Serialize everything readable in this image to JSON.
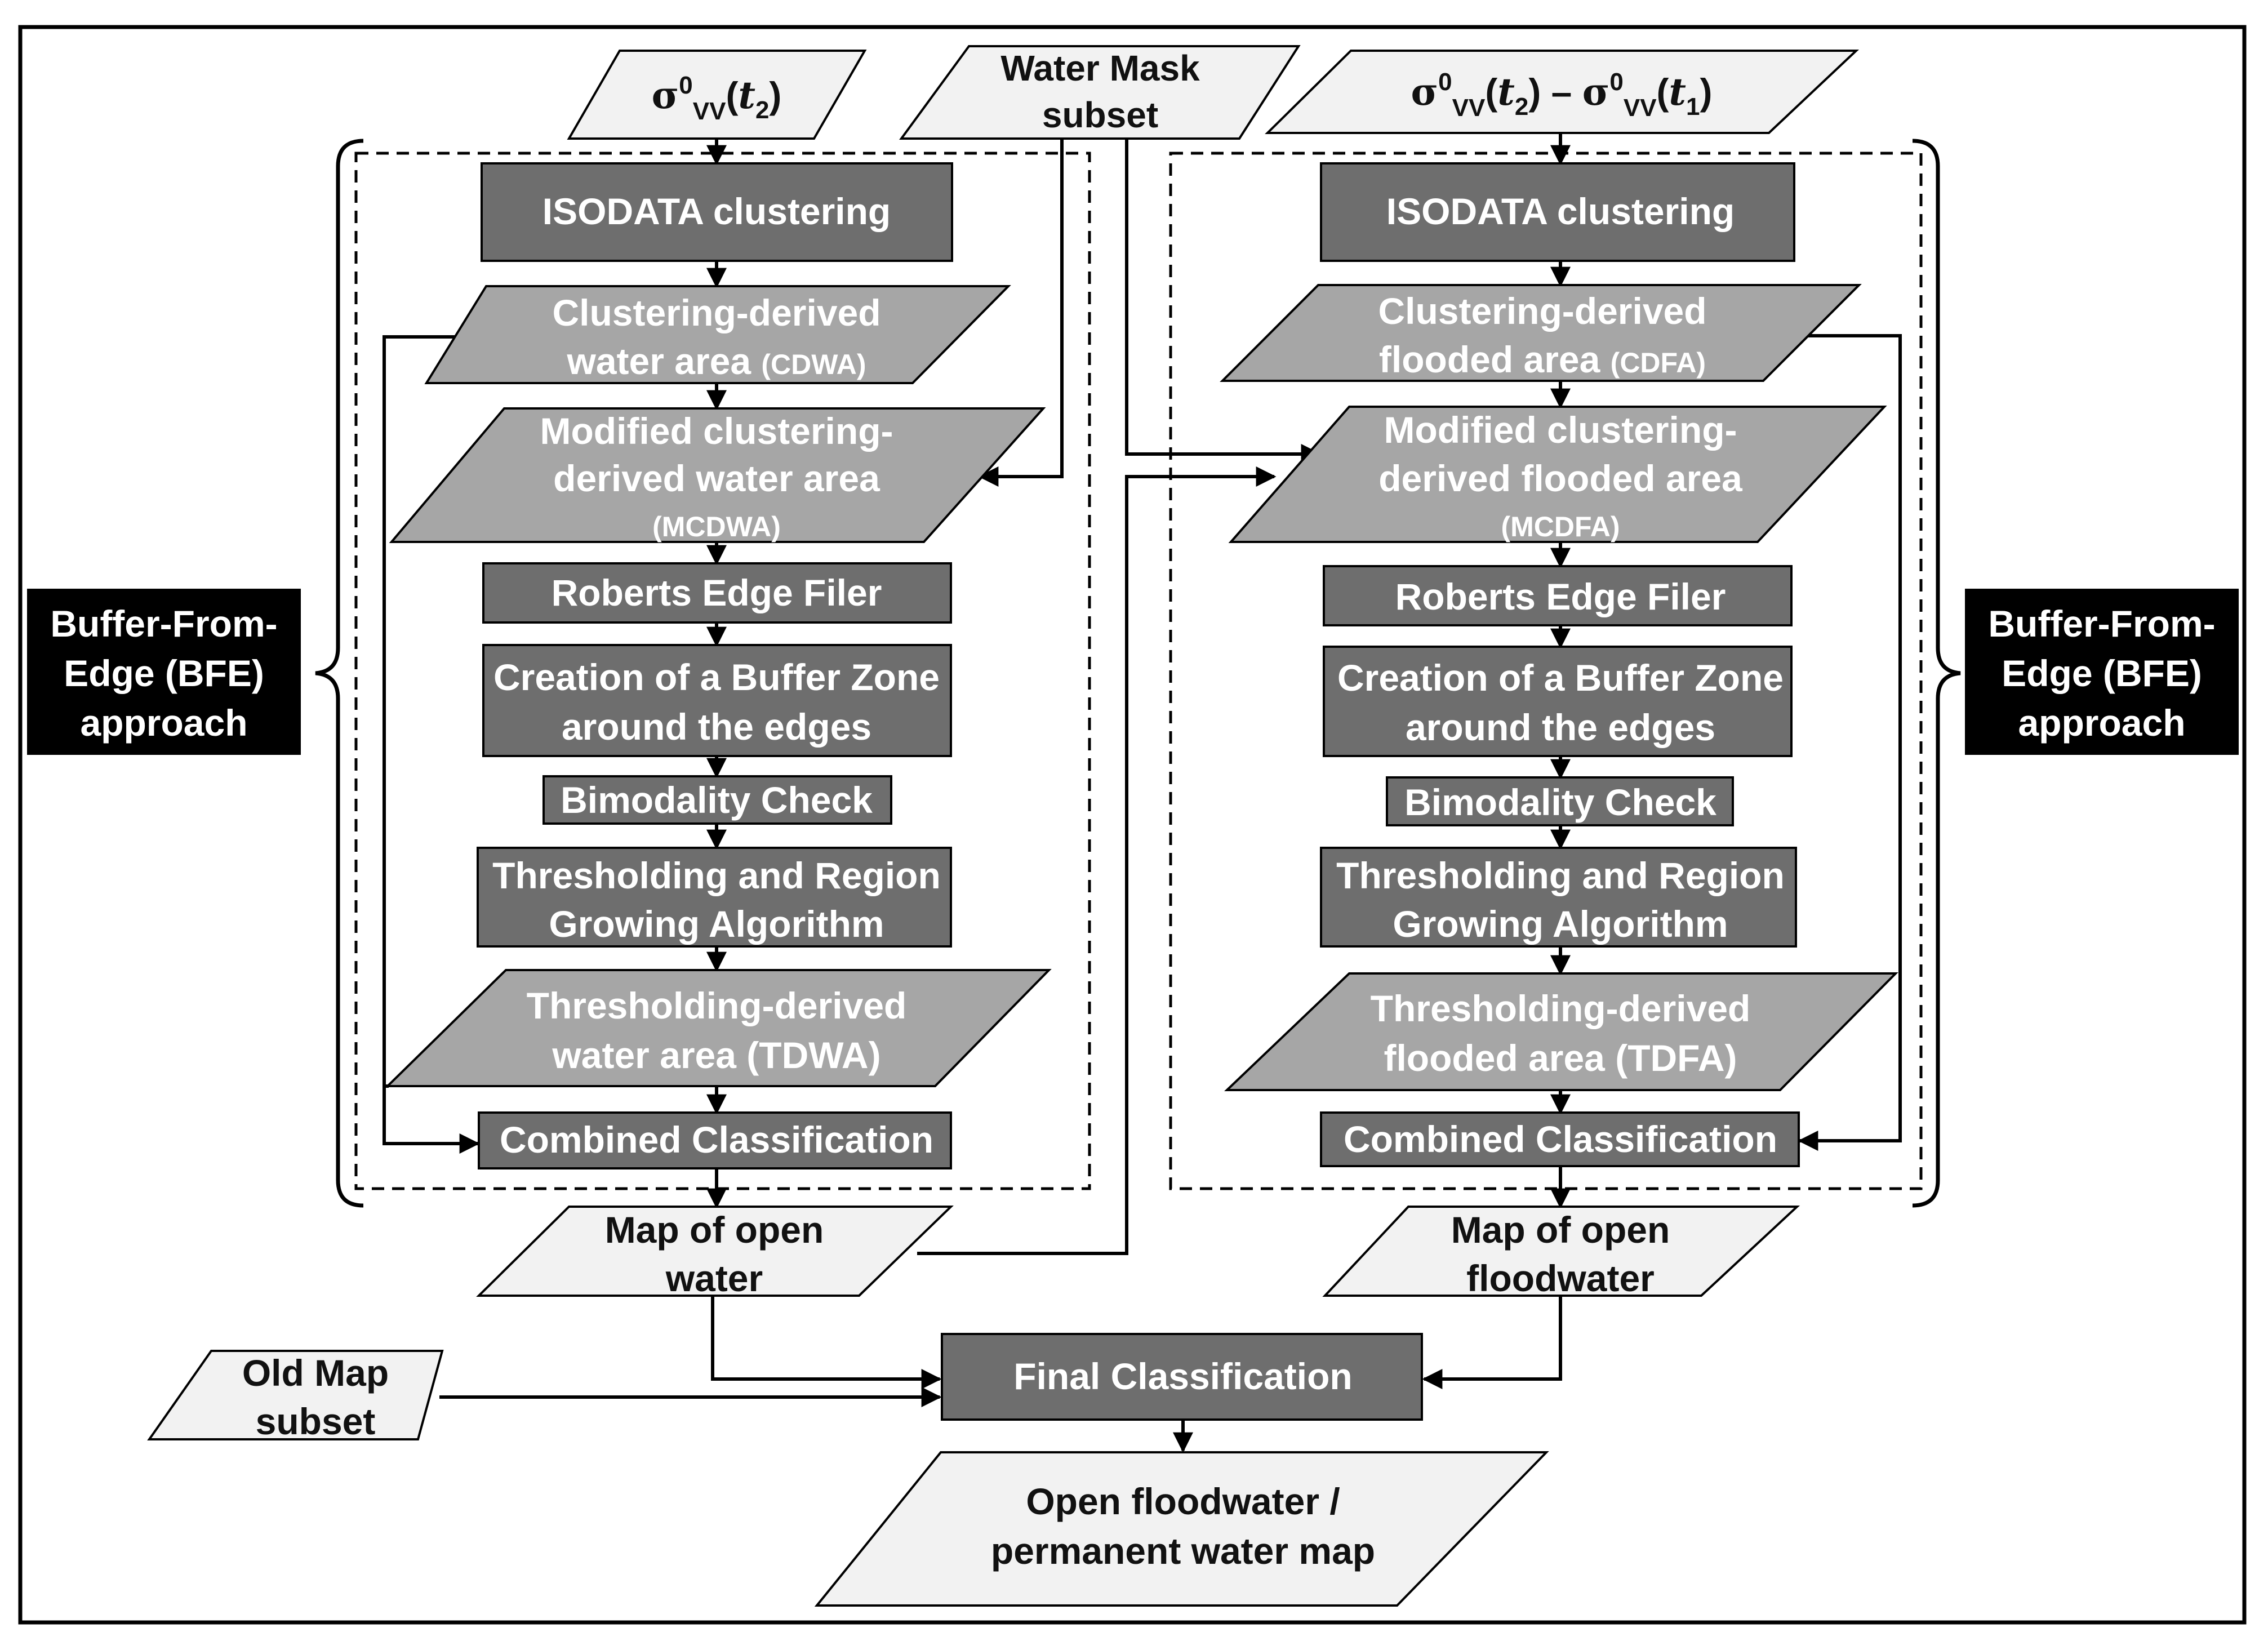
{
  "inputs": {
    "sigma_t2": {
      "sym": "σ",
      "sup": "0",
      "sub": "VV",
      "open": "(",
      "var": "t",
      "var_sub": "2",
      "close": ")"
    },
    "diff": {
      "sym": "σ",
      "sup": "0",
      "sub": "VV",
      "open": "(",
      "var_a": "t",
      "var_a_sub": "2",
      "close_a": ")",
      "minus": " – ",
      "sym2": "σ",
      "sup2": "0",
      "sub2": "VV",
      "open2": "(",
      "var_b": "t",
      "var_b_sub": "1",
      "close_b": ")"
    },
    "water_mask": [
      "Water Mask",
      "subset"
    ],
    "old_map": [
      "Old Map",
      "subset"
    ]
  },
  "left": {
    "isodata": "ISODATA clustering",
    "cdwa": {
      "line1": "Clustering-derived",
      "line2_main": "water area ",
      "line2_abbr": "(CDWA)"
    },
    "mcdwa": {
      "line1": "Modified clustering-",
      "line2": "derived water area",
      "line3": "(MCDWA)"
    },
    "roberts": "Roberts Edge Filer",
    "buffer": [
      "Creation of a Buffer Zone",
      "around the edges"
    ],
    "bimodality": "Bimodality Check",
    "threshold": [
      "Thresholding and Region",
      "Growing Algorithm"
    ],
    "tdwa": [
      "Thresholding-derived",
      "water area (TDWA)"
    ],
    "combined": "Combined Classification",
    "map": [
      "Map of open",
      "water"
    ]
  },
  "right": {
    "isodata": "ISODATA clustering",
    "cdfa": {
      "line1": "Clustering-derived",
      "line2_main": "flooded area ",
      "line2_abbr": "(CDFA)"
    },
    "mcdfa": {
      "line1": "Modified clustering-",
      "line2": "derived flooded area",
      "line3": "(MCDFA)"
    },
    "roberts": "Roberts Edge Filer",
    "buffer": [
      "Creation of a Buffer Zone",
      "around the edges"
    ],
    "bimodality": "Bimodality Check",
    "threshold": [
      "Thresholding and Region",
      "Growing Algorithm"
    ],
    "tdfa": [
      "Thresholding-derived",
      "flooded area (TDFA)"
    ],
    "combined": "Combined Classification",
    "map": [
      "Map of open",
      "floodwater"
    ]
  },
  "bfe_left": [
    "Buffer-From-",
    "Edge (BFE)",
    "approach"
  ],
  "bfe_right": [
    "Buffer-From-",
    "Edge (BFE)",
    "approach"
  ],
  "final": "Final Classification",
  "output": [
    "Open floodwater /",
    "permanent water map"
  ],
  "colors": {
    "dark_box": "#6e6e6e",
    "mid_para": "#a6a6a6",
    "light_para": "#f2f2f2",
    "bfe_box": "#000000",
    "line": "#000000"
  }
}
